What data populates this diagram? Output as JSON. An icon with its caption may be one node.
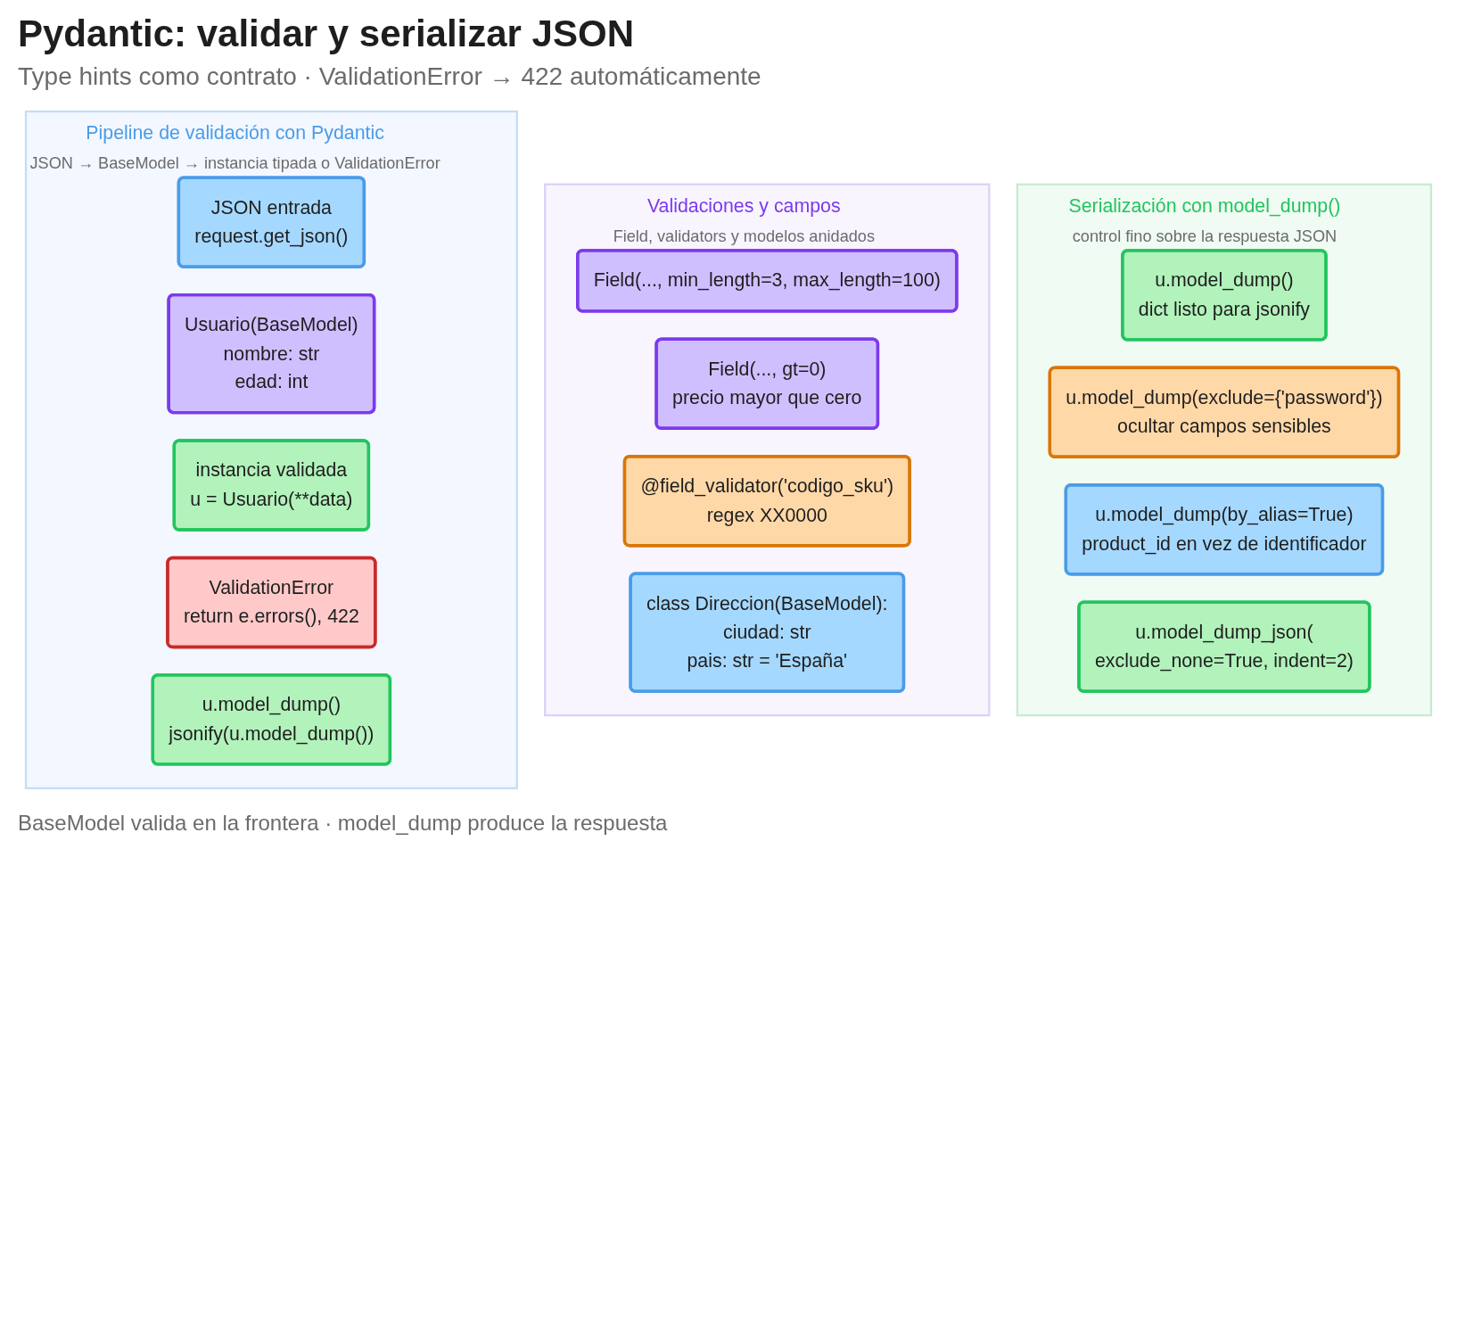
{
  "diagram": {
    "title": "Pydantic: validar y serializar JSON",
    "caption": "BaseModel valida en la frontera · model_dump produce la respuesta",
    "nodes": [
      {
        "text": [
          "Pipeline de validación con Pydantic",
          "JSON → BaseModel → instancia tipada o ValidationError"
        ]
      },
      {
        "text": [
          "JSON entrada",
          "request.get_json()"
        ],
        "in": 0
      },
      {
        "text": [
          "Usuario(BaseModel)",
          "nombre: str",
          "edad: int"
        ],
        "in": 0
      },
      {
        "text": [
          "instancia validada",
          "u = Usuario(**data)"
        ],
        "in": 0
      },
      {
        "text": [
          "ValidationError",
          "return e.errors(), 422"
        ],
        "in": 0
      },
      {
        "text": [
          "u.model_dump()",
          "jsonify(u.model_dump())"
        ],
        "in": 0
      },
      {
        "text": [
          "Validaciones y campos",
          "Field, validators y modelos anidados"
        ]
      },
      {
        "text": [
          "Field(..., min_length=3, max_length=100)"
        ],
        "in": 6
      },
      {
        "text": [
          "Field(..., gt=0)",
          "precio mayor que cero"
        ],
        "in": 6
      },
      {
        "text": [
          "@field_validator('codigo_sku')",
          "regex XX0000"
        ],
        "in": 6
      },
      {
        "text": [
          "class Direccion(BaseModel):",
          "ciudad: str",
          "pais: str = 'España'"
        ],
        "in": 6
      },
      {
        "text": [
          "Serialización con model_dump()",
          "control fino sobre la respuesta JSON"
        ]
      },
      {
        "text": [
          "u.model_dump()",
          "dict listo para jsonify"
        ],
        "in": 11
      },
      {
        "text": [
          "u.model_dump(exclude={'password'})",
          "ocultar campos sensibles"
        ],
        "in": 11
      },
      {
        "text": [
          "u.model_dump(by_alias=True)",
          "product_id en vez de identificador"
        ],
        "in": 11
      },
      {
        "text": [
          "u.model_dump_json(",
          "exclude_none=True, indent=2)"
        ],
        "in": 11
      }
    ],
    "labels": [
      "Type hints como contrato · ValidationError → 422 automáticamente"
    ]
  }
}
